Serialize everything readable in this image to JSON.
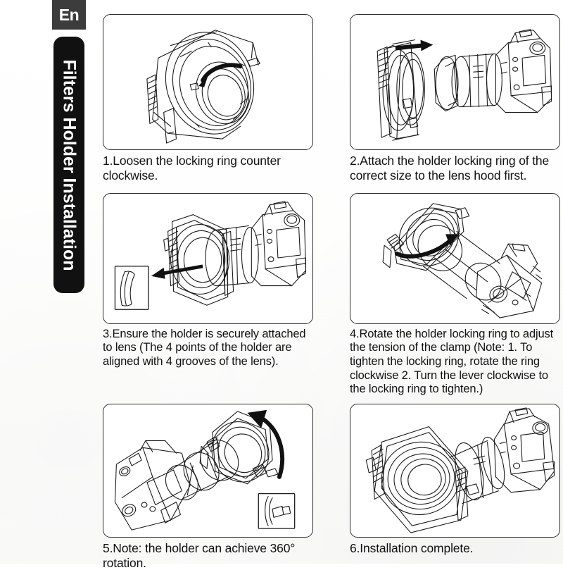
{
  "document": {
    "language_badge": "En",
    "title": "Filters Holder Installation"
  },
  "steps": [
    {
      "number": "1",
      "caption": "1.Loosen the locking ring counter clockwise.",
      "illustration": "filter-holder-with-locking-ring-rotation-arrow",
      "arrow": "counter-clockwise-curved-arrow"
    },
    {
      "number": "2",
      "caption": "2.Attach the holder locking ring of the correct size to the lens hood first.",
      "illustration": "filter-holder-and-dslr-camera-with-lens",
      "arrow": "straight-right-arrow"
    },
    {
      "number": "3",
      "caption": "3.Ensure the holder is securely attached to lens (The 4 points of the holder are aligned with 4 grooves of the lens).",
      "illustration": "camera-with-holder-attached-and-groove-detail-inset",
      "arrow": "straight-left-arrow"
    },
    {
      "number": "4",
      "caption": "4.Rotate the holder locking ring to adjust the tension of the clamp (Note: 1. To tighten the locking ring, rotate the ring clockwise 2. Turn the lever clockwise to the locking ring to tighten.)",
      "illustration": "camera-front-angle-with-locking-ring-rotation-arrow",
      "arrow": "clockwise-curved-arrow"
    },
    {
      "number": "5",
      "caption": "5.Note: the holder can achieve 360° rotation.",
      "illustration": "camera-rear-angle-with-360-rotation-arrow-and-lever-inset",
      "arrow": "large-curved-rotation-arrow"
    },
    {
      "number": "6",
      "caption": "6.Installation complete.",
      "illustration": "completed-assembly-camera-with-filter-holder",
      "arrow": ""
    }
  ],
  "colors": {
    "line_art": "#1a1a1a",
    "panel_border": "#2e2e2e",
    "title_bar": "#111111",
    "badge": "#3c3c3c",
    "page_background": "#fdfdfd"
  }
}
